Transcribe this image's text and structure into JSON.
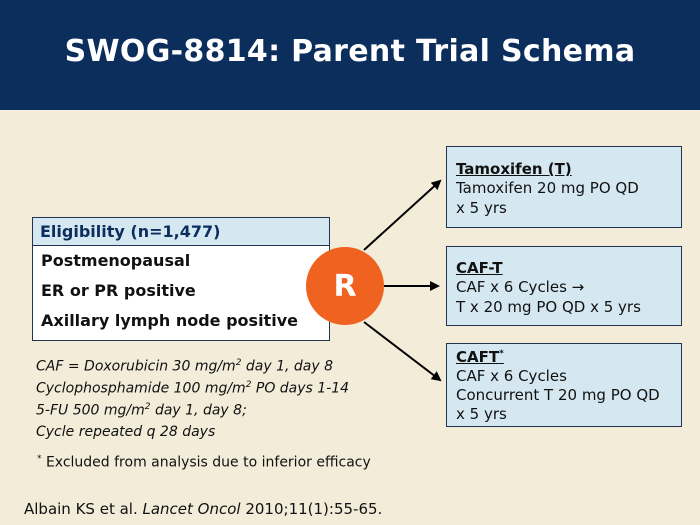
{
  "header": {
    "title": "SWOG-8814: Parent Trial Schema"
  },
  "eligibility": {
    "heading": "Eligibility (n=1,477)",
    "items": [
      "Postmenopausal",
      "ER or PR positive",
      "Axillary lymph node positive"
    ]
  },
  "randomize": {
    "label": "R"
  },
  "arms": [
    {
      "title": "Tamoxifen (T)",
      "lines": [
        "Tamoxifen 20 mg PO QD",
        "x 5 yrs"
      ]
    },
    {
      "title": "CAF-T",
      "lines": [
        "CAF x 6 Cycles →",
        "T x 20 mg PO QD x 5 yrs"
      ]
    },
    {
      "title": "CAFT",
      "title_sup": "*",
      "lines": [
        "CAF x 6 Cycles",
        "Concurrent T 20 mg PO QD",
        "x 5 yrs"
      ]
    }
  ],
  "caf_note": {
    "line1_pre": "CAF = Doxorubicin 30 mg/m",
    "line1_sup": "2",
    "line1_post": " day 1, day 8",
    "line2_pre": "Cyclophosphamide 100 mg/m",
    "line2_sup": "2",
    "line2_post": " PO days 1-14",
    "line3_pre": "5-FU 500 mg/m",
    "line3_sup": "2",
    "line3_post": " day 1, day 8;",
    "line4": "Cycle repeated q 28 days"
  },
  "footnote": {
    "marker": "*",
    "text": " Excluded from analysis due to inferior efficacy"
  },
  "citation": {
    "authors": "Albain KS et al. ",
    "journal": "Lancet Oncol",
    "details": " 2010;11(1):55-65."
  },
  "colors": {
    "header_bg": "#0b2e5c",
    "background": "#f2ecd9",
    "box_fill": "#d5e8f2",
    "randomize_circle": "#f0621f"
  }
}
